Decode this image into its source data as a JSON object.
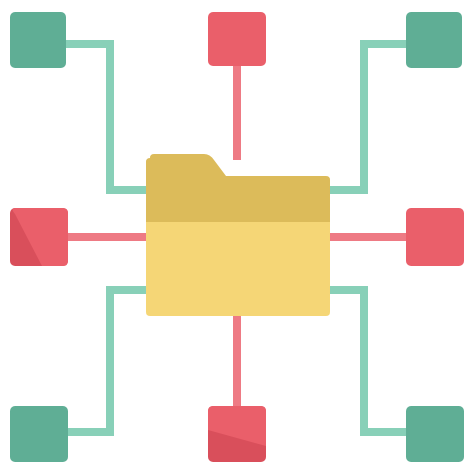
{
  "icon": {
    "name": "folder-network-icon",
    "colors": {
      "background": "#ffffff",
      "green_node": "#5fae95",
      "green_node_shade": "#519f87",
      "red_node": "#ea5f6a",
      "red_node_shade": "#d94f5b",
      "green_line": "#88d0b8",
      "red_line": "#ee7a84",
      "folder_back": "#dcbb5a",
      "folder_front": "#f5d676"
    },
    "nodes": [
      {
        "name": "top-left-node-icon",
        "color": "green"
      },
      {
        "name": "top-center-node-icon",
        "color": "red"
      },
      {
        "name": "top-right-node-icon",
        "color": "green"
      },
      {
        "name": "middle-left-node-icon",
        "color": "red"
      },
      {
        "name": "middle-right-node-icon",
        "color": "red"
      },
      {
        "name": "bottom-left-node-icon",
        "color": "green"
      },
      {
        "name": "bottom-center-node-icon",
        "color": "red"
      },
      {
        "name": "bottom-right-node-icon",
        "color": "green"
      }
    ]
  }
}
